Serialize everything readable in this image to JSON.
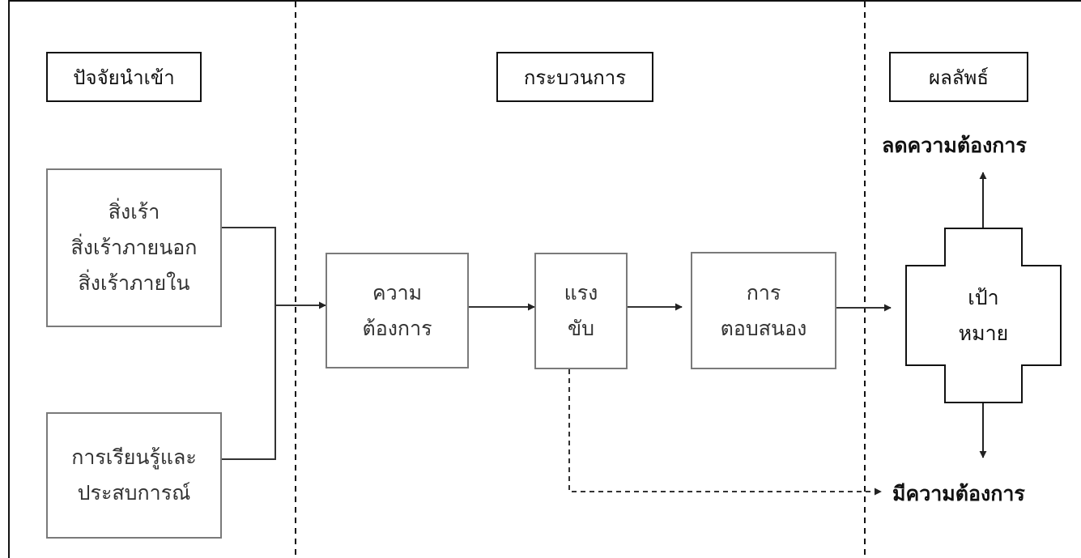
{
  "headers": {
    "input": "ปัจจัยนำเข้า",
    "process": "กระบวนการ",
    "output": "ผลลัพธ์"
  },
  "stimulus_lines": [
    "สิ่งเร้า",
    "สิ่งเร้าภายนอก",
    "สิ่งเร้าภายใน"
  ],
  "learning_lines": [
    "การเรียนรู้และ",
    "ประสบการณ์"
  ],
  "need_lines": [
    "ความ",
    "ต้องการ"
  ],
  "drive_lines": [
    "แรง",
    "ขับ"
  ],
  "response_lines": [
    "การ",
    "ตอบสนอง"
  ],
  "goal_lines": [
    "เป้า",
    "หมาย"
  ],
  "outcomes": {
    "reduce_need": "ลดความต้องการ",
    "has_need": "มีความต้องการ"
  },
  "colors": {
    "line": "#111111",
    "box_border_gray": "#7a7a7a",
    "text_gray": "#333333"
  }
}
